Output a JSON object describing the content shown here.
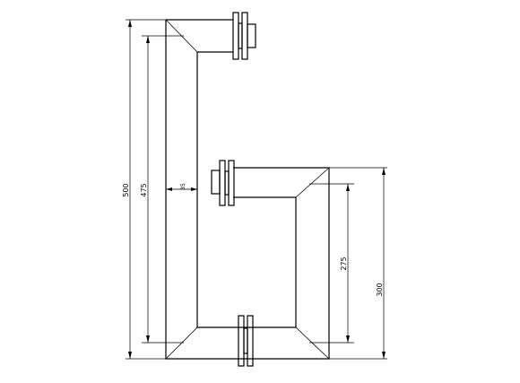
{
  "dimensions": {
    "outer_height_left": "500",
    "inner_height_left": "475",
    "bar_thickness": "35",
    "inner_height_right": "275",
    "outer_height_right": "300"
  }
}
